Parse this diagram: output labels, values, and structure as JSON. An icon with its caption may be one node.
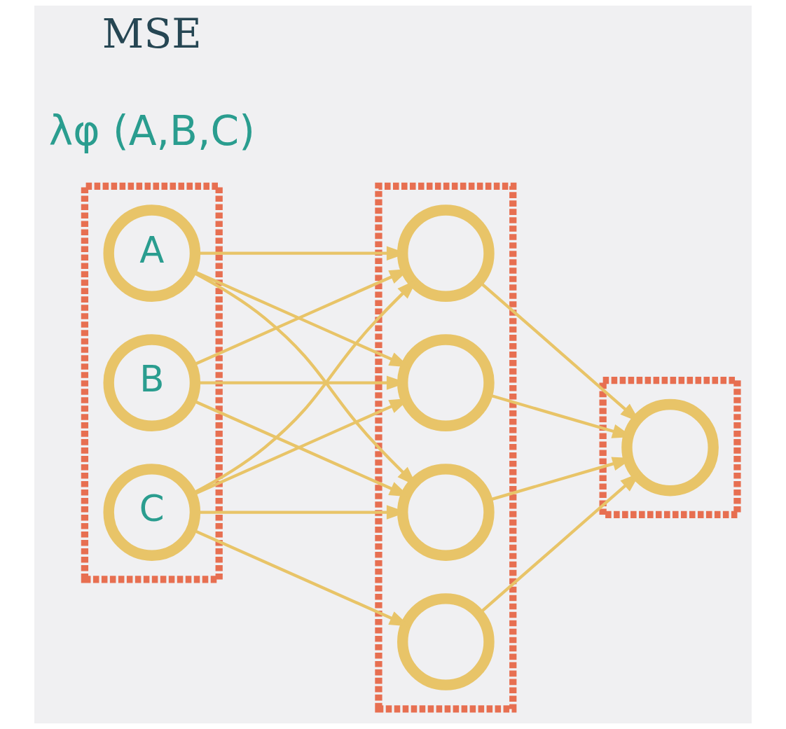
{
  "diagram": {
    "nodes": [
      {
        "text": [],
        "shape": "box"
      },
      {
        "text": [
          "A"
        ],
        "in": 0
      },
      {
        "text": [
          "B"
        ],
        "in": 0
      },
      {
        "text": [
          "C"
        ],
        "in": 0
      },
      {
        "text": [],
        "shape": "box"
      },
      {
        "text": [],
        "shape": "circle",
        "in": 4
      },
      {
        "text": [],
        "shape": "circle",
        "in": 4
      },
      {
        "text": [],
        "shape": "circle",
        "in": 4
      },
      {
        "text": [],
        "shape": "circle",
        "in": 4
      },
      {
        "text": [],
        "shape": "box"
      },
      {
        "text": [],
        "shape": "circle",
        "in": 9
      }
    ],
    "edges": [
      {
        "from": 1,
        "to": 5,
        "arrow": "to"
      },
      {
        "from": 1,
        "to": 6,
        "arrow": "to"
      },
      {
        "from": 1,
        "to": 7,
        "arrow": "to"
      },
      {
        "from": 2,
        "to": 5,
        "arrow": "to"
      },
      {
        "from": 2,
        "to": 6,
        "arrow": "to"
      },
      {
        "from": 2,
        "to": 7,
        "arrow": "to"
      },
      {
        "from": 3,
        "to": 5,
        "arrow": "to"
      },
      {
        "from": 3,
        "to": 6,
        "arrow": "to"
      },
      {
        "from": 3,
        "to": 7,
        "arrow": "to"
      },
      {
        "from": 3,
        "to": 8,
        "arrow": "to"
      },
      {
        "from": 5,
        "to": 10,
        "arrow": "to"
      },
      {
        "from": 6,
        "to": 10,
        "arrow": "to"
      },
      {
        "from": 7,
        "to": 10,
        "arrow": "to"
      },
      {
        "from": 8,
        "to": 10,
        "arrow": "to"
      }
    ],
    "labels": [
      "λφ (A,B,C)",
      "MSE"
    ]
  }
}
